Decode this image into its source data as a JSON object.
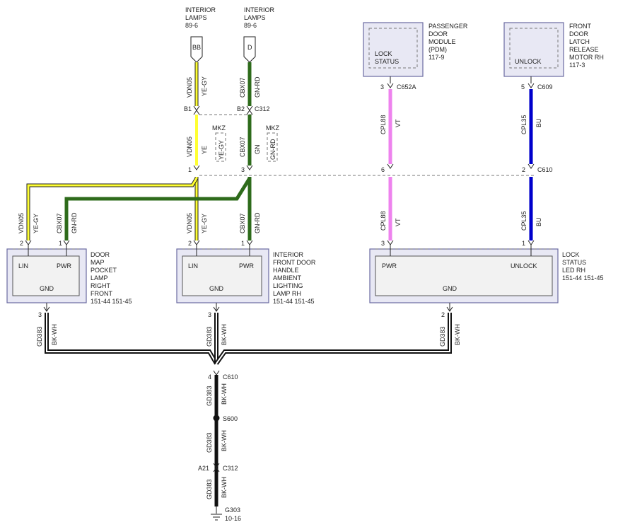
{
  "colors": {
    "ye_gy": "#ffff33",
    "gn_rd": "#2e6b1b",
    "vt": "#ee82ee",
    "bu": "#0000cc",
    "bk_wh": "#111111",
    "component_border": "#6a6aa0",
    "component_fill": "#e8e8f4"
  },
  "components": {
    "interior_lamps_bb": {
      "lines": [
        "INTERIOR",
        "LAMPS",
        "89-6"
      ],
      "connector": "BB"
    },
    "interior_lamps_d": {
      "lines": [
        "INTERIOR",
        "LAMPS",
        "89-6"
      ],
      "connector": "D"
    },
    "pdm": {
      "lines": [
        "PASSENGER",
        "DOOR",
        "MODULE",
        "(PDM)",
        "117-9"
      ],
      "pin_label_1": "LOCK",
      "pin_label_2": "STATUS"
    },
    "latch": {
      "lines": [
        "FRONT",
        "DOOR",
        "LATCH",
        "RELEASE",
        "MOTOR RH",
        "117-3"
      ],
      "pin_label": "UNLOCK"
    },
    "door_map": {
      "lines": [
        "DOOR",
        "MAP",
        "POCKET",
        "LAMP",
        "RIGHT",
        "FRONT",
        "151-44  151-45"
      ],
      "pins": [
        "LIN",
        "PWR"
      ],
      "gnd": "GND"
    },
    "handle": {
      "lines": [
        "INTERIOR",
        "FRONT DOOR",
        "HANDLE",
        "AMBIENT",
        "LIGHTING",
        "LAMP RH",
        "151-44  151-45"
      ],
      "pins": [
        "LIN",
        "PWR"
      ],
      "gnd": "GND"
    },
    "lock_led": {
      "lines": [
        "LOCK",
        "STATUS",
        "LED RH",
        "151-44  151-45"
      ],
      "pins": [
        "PWR",
        "UNLOCK"
      ],
      "gnd": "GND"
    }
  },
  "connectors": {
    "b1": "B1",
    "b2": "B2",
    "c312_top": "C312",
    "c652a": "C652A",
    "c609": "C609",
    "c610_mid": "C610",
    "c610_bot": "C610",
    "s600": "S600",
    "a21": "A21",
    "c312_bot": "C312",
    "g303": "G303",
    "g303_ref": "10-16"
  },
  "pins": {
    "pdm_pin": "3",
    "latch_pin": "5",
    "c610_1": "1",
    "c610_3": "3",
    "c610_6": "6",
    "c610_2": "2",
    "door_map_lin": "2",
    "door_map_pwr": "1",
    "handle_lin": "2",
    "handle_pwr": "1",
    "led_pwr": "3",
    "led_unlock": "1",
    "door_map_gnd": "3",
    "handle_gnd": "3",
    "led_gnd": "2",
    "c610_bot_pin": "4"
  },
  "wires": {
    "vdn05": "VDN05",
    "cbx07": "CBX07",
    "cpl88": "CPL88",
    "cpl35": "CPL35",
    "gd383": "GD383",
    "ye_gy": "YE-GY",
    "ye": "YE",
    "gn_rd": "GN-RD",
    "gn": "GN",
    "vt": "VT",
    "bu": "BU",
    "bk_wh": "BK-WH"
  },
  "options": {
    "mkz_1": "MKZ",
    "mkz_1_color": "YE-GY",
    "mkz_2": "MKZ",
    "mkz_2_color": "GN-RD"
  }
}
